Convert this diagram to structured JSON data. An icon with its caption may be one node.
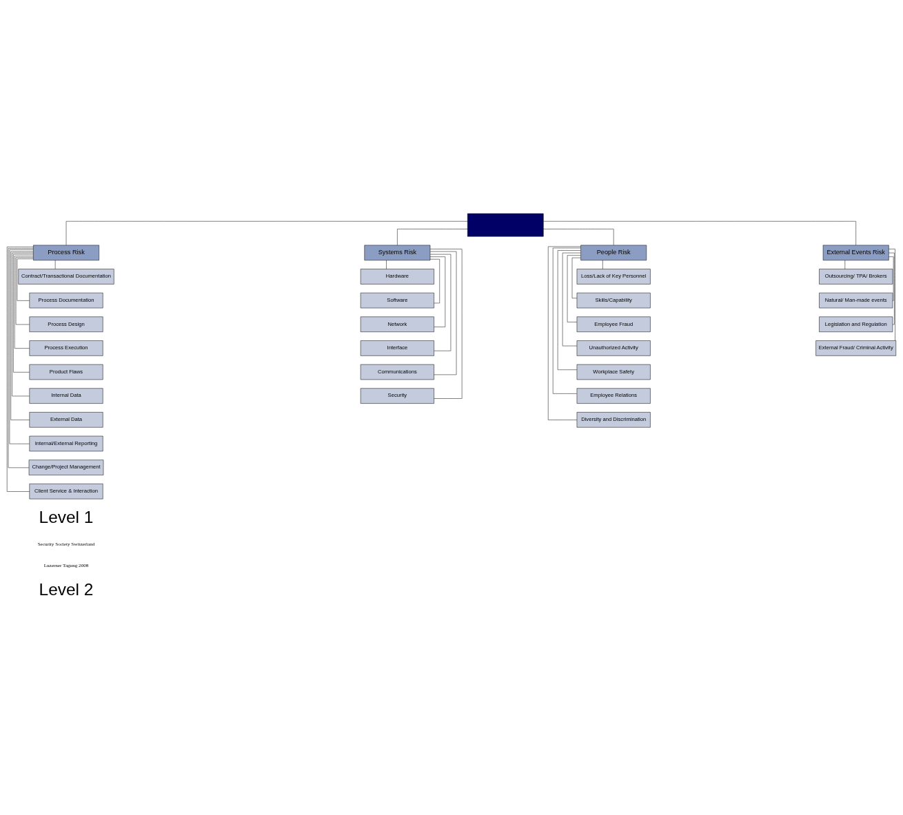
{
  "diagram": {
    "nodes": [
      {
        "text": [],
        "shape": "box"
      },
      {
        "text": [
          "Process Risk"
        ]
      },
      {
        "text": [
          "Contract/Transactional Documentation"
        ]
      },
      {
        "text": [
          "Process Documentation"
        ]
      },
      {
        "text": [
          "Process Design"
        ]
      },
      {
        "text": [
          "Process Execution"
        ]
      },
      {
        "text": [
          "Product Flaws"
        ]
      },
      {
        "text": [
          "Internal Data"
        ]
      },
      {
        "text": [
          "External Data"
        ]
      },
      {
        "text": [
          "Internal/External Reporting"
        ]
      },
      {
        "text": [
          "Change/Project Management"
        ]
      },
      {
        "text": [
          "Client Service & Interaction"
        ]
      },
      {
        "text": [
          "Systems Risk"
        ]
      },
      {
        "text": [
          "Hardware"
        ]
      },
      {
        "text": [
          "Software"
        ]
      },
      {
        "text": [
          "Network"
        ]
      },
      {
        "text": [
          "Interface"
        ]
      },
      {
        "text": [
          "Communications"
        ]
      },
      {
        "text": [
          "Security"
        ]
      },
      {
        "text": [
          "People Risk"
        ]
      },
      {
        "text": [
          "Loss/Lack of Key Personnel"
        ]
      },
      {
        "text": [
          "Skills/Capability"
        ]
      },
      {
        "text": [
          "Employee Fraud"
        ]
      },
      {
        "text": [
          "Unauthorized Activity"
        ]
      },
      {
        "text": [
          "Workplace Safety"
        ]
      },
      {
        "text": [
          "Employee Relations"
        ]
      },
      {
        "text": [
          "Diversity and Discrimination"
        ]
      },
      {
        "text": [
          "External Events Risk"
        ]
      },
      {
        "text": [
          "Outsourcing/ TPA/ Brokers"
        ]
      },
      {
        "text": [
          "Natural/ Man-made events"
        ]
      },
      {
        "text": [
          "Legislation and Regulation"
        ]
      },
      {
        "text": [
          "External Fraud/ Criminal Activity"
        ]
      }
    ],
    "edges": [
      {
        "from": 0,
        "to": 1,
        "arrow": "none"
      },
      {
        "from": 0,
        "to": 12,
        "arrow": "none"
      },
      {
        "from": 0,
        "to": 19,
        "arrow": "none"
      },
      {
        "from": 0,
        "to": 27,
        "arrow": "none"
      },
      {
        "from": 1,
        "to": 2,
        "arrow": "none"
      },
      {
        "from": 1,
        "to": 3,
        "arrow": "none"
      },
      {
        "from": 1,
        "to": 4,
        "arrow": "none"
      },
      {
        "from": 1,
        "to": 5,
        "arrow": "none"
      },
      {
        "from": 1,
        "to": 6,
        "arrow": "none"
      },
      {
        "from": 1,
        "to": 7,
        "arrow": "none"
      },
      {
        "from": 1,
        "to": 8,
        "arrow": "none"
      },
      {
        "from": 1,
        "to": 9,
        "arrow": "none"
      },
      {
        "from": 1,
        "to": 10,
        "arrow": "none"
      },
      {
        "from": 1,
        "to": 11,
        "arrow": "none"
      },
      {
        "from": 12,
        "to": 13,
        "arrow": "none"
      },
      {
        "from": 12,
        "to": 14,
        "arrow": "none"
      },
      {
        "from": 12,
        "to": 15,
        "arrow": "none"
      },
      {
        "from": 12,
        "to": 16,
        "arrow": "none"
      },
      {
        "from": 12,
        "to": 17,
        "arrow": "none"
      },
      {
        "from": 12,
        "to": 18,
        "arrow": "none"
      },
      {
        "from": 19,
        "to": 20,
        "arrow": "none"
      },
      {
        "from": 19,
        "to": 21,
        "arrow": "none"
      },
      {
        "from": 19,
        "to": 22,
        "arrow": "none"
      },
      {
        "from": 19,
        "to": 23,
        "arrow": "none"
      },
      {
        "from": 19,
        "to": 24,
        "arrow": "none"
      },
      {
        "from": 19,
        "to": 25,
        "arrow": "none"
      },
      {
        "from": 19,
        "to": 26,
        "arrow": "none"
      },
      {
        "from": 27,
        "to": 28,
        "arrow": "none"
      },
      {
        "from": 27,
        "to": 29,
        "arrow": "none"
      },
      {
        "from": 27,
        "to": 30,
        "arrow": "none"
      },
      {
        "from": 27,
        "to": 31,
        "arrow": "none"
      }
    ],
    "labels": [
      "Level 1",
      "Security Society Switzerland",
      "Luzerner Tagung 2008",
      "Level 2"
    ]
  }
}
